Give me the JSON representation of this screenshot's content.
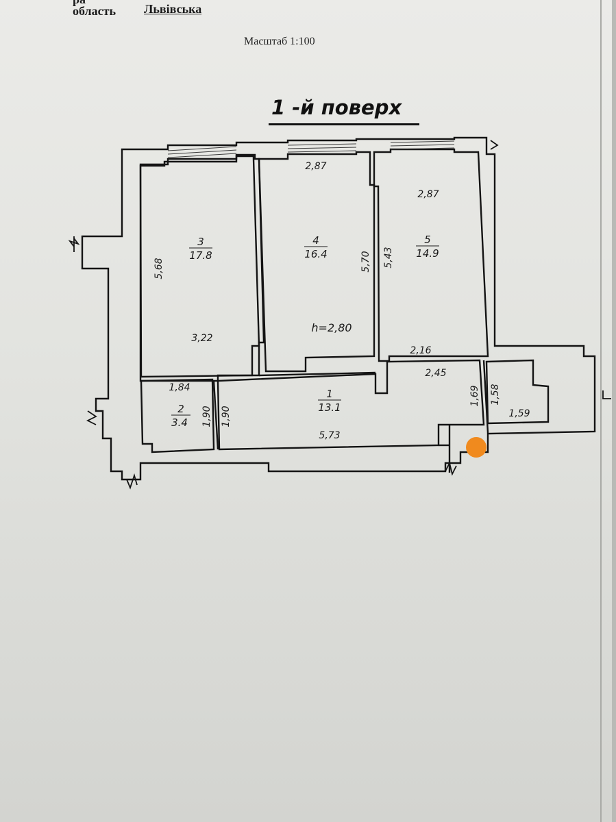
{
  "header": {
    "cut_text": "ра",
    "region_label": "область",
    "region_value": "Львівська",
    "scale": "Масштаб 1:100"
  },
  "floor": {
    "title": "1 -й поверх"
  },
  "plan": {
    "rooms": [
      {
        "number": "3",
        "area": "17.8"
      },
      {
        "number": "4",
        "area": "16.4"
      },
      {
        "number": "5",
        "area": "14.9"
      },
      {
        "number": "2",
        "area": "3.4"
      },
      {
        "number": "1",
        "area": "13.1"
      }
    ],
    "dimensions": {
      "r4_top": "2,87",
      "r5_top": "2,87",
      "r3_side": "5,68",
      "r4_side": "5,70",
      "r5_side": "5,43",
      "r3_bottom": "3,22",
      "r5_bottom": "2,16",
      "r2_top": "1,84",
      "r2_right": "1,90",
      "r1_left": "1,90",
      "r1_bottom": "5,73",
      "r1_top": "2,45",
      "r1_right": "1,69",
      "closet_left": "1,58",
      "closet_bottom": "1,59"
    },
    "ceiling_height": "h=2,80",
    "ceiling_color": "#27326e",
    "marker_color": "#f08a1e"
  }
}
